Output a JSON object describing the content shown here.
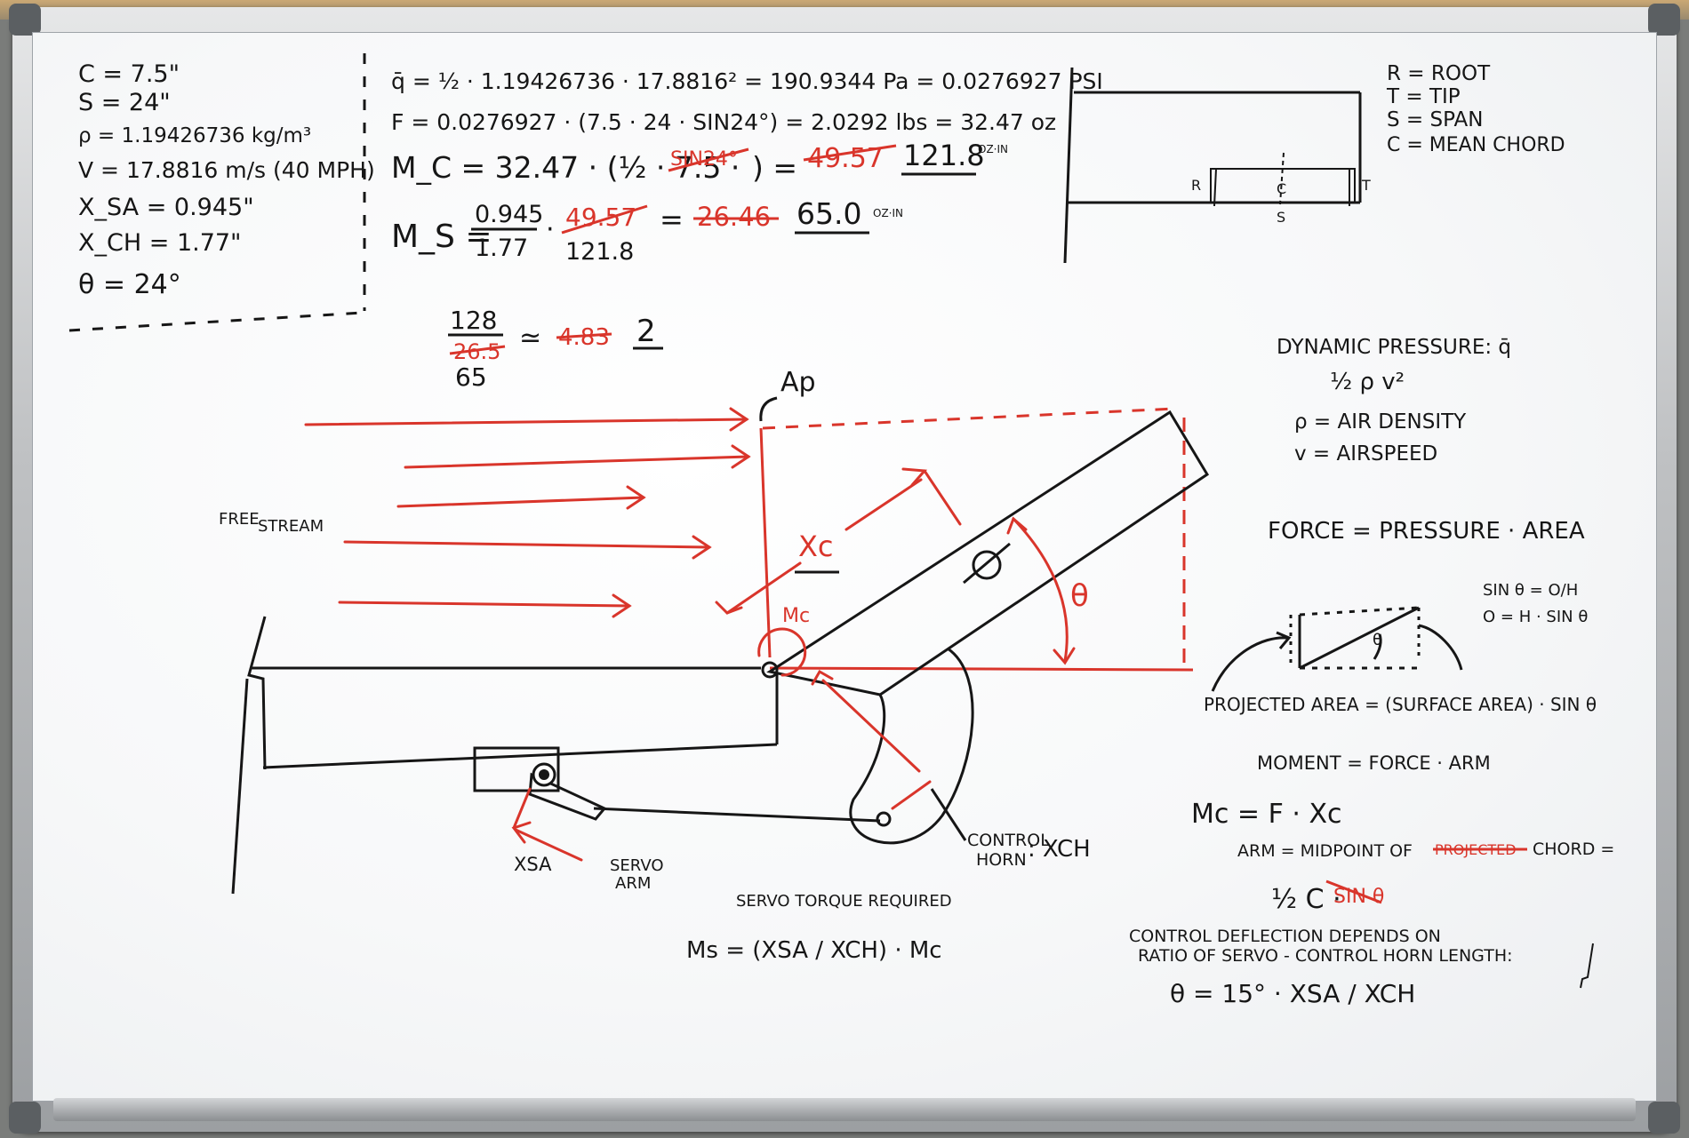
{
  "givens": {
    "c": "C = 7.5\"",
    "s": "S = 24\"",
    "rho": "ρ = 1.19426736 kg/m³",
    "v": "V = 17.8816 m/s (40 MPH)",
    "xsa": "X_SA = 0.945\"",
    "xch": "X_CH = 1.77\"",
    "theta": "θ = 24°"
  },
  "calc": {
    "q": "q̄ = ½ · 1.19426736 · 17.8816² = 190.9344 Pa = 0.0276927 PSI",
    "f": "F = 0.0276927 · (7.5 · 24 · SIN24°) = 2.0292 lbs = 32.47 oz",
    "mc_left": "M_C = 32.47 · (½ · 7.5 ·",
    "mc_struck1": "SIN24°",
    "mc_mid": ") =",
    "mc_struck2": "49.57",
    "mc_result": "121.8",
    "mc_unit": "OZ·IN",
    "ms_left": "M_S =",
    "ms_num": "0.945",
    "ms_den": "1.77",
    "ms_struck1": "49.57",
    "ms_new": "121.8",
    "ms_eq": "=",
    "ms_struck2": "26.46",
    "ms_result": "65.0",
    "ms_unit": "OZ·IN"
  },
  "ratio": {
    "top": "128",
    "struck_den": "26.5",
    "den": "65",
    "approx": "≃",
    "struck_val": "4.83",
    "val": "2"
  },
  "planform": {
    "r": "R",
    "t": "T",
    "c": "C",
    "s": "S",
    "legend_r": "R = ROOT",
    "legend_t": "T = TIP",
    "legend_s": "S = SPAN",
    "legend_c": "C = MEAN CHORD"
  },
  "diagram": {
    "ap": "Ap",
    "free_stream_1": "FREE",
    "free_stream_2": "STREAM",
    "xc": "Xc",
    "mc": "Mc",
    "theta": "θ",
    "xsa": "XSA",
    "servo_arm_1": "SERVO",
    "servo_arm_2": "ARM",
    "control_horn_1": "CONTROL",
    "control_horn_2": "HORN",
    "xch": ": XCH",
    "servo_torque": "SERVO TORQUE REQUIRED",
    "ms_formula": "Ms = (XSA / XCH) · Mc"
  },
  "notes": {
    "dyn_pressure": "DYNAMIC PRESSURE: q̄",
    "dyn_formula": "½ ρ v²",
    "rho_def": "ρ = AIR DENSITY",
    "v_def": "v = AIRSPEED",
    "force": "FORCE = PRESSURE · AREA",
    "sin_def": "SIN θ = O/H",
    "o_def": "O = H · SIN θ",
    "tri_theta": "θ",
    "projected_area": "PROJECTED AREA = (SURFACE AREA) · SIN θ",
    "moment": "MOMENT = FORCE · ARM",
    "mc_eq": "Mc = F · Xc",
    "arm_def_1": "ARM = MIDPOINT OF",
    "arm_struck": "PROJECTED",
    "arm_def_2": "CHORD =",
    "arm_formula": "½ C ·",
    "arm_struck2": "SIN θ",
    "deflection_1": "CONTROL DEFLECTION DEPENDS ON",
    "deflection_2": "RATIO OF SERVO - CONTROL HORN LENGTH:",
    "deflection_formula": "θ = 15° · XSA / XCH"
  },
  "colors": {
    "ink": "#161616",
    "red_ink": "#d9352b",
    "board": "#f6f7f8",
    "frame": "#b8bbbe"
  }
}
